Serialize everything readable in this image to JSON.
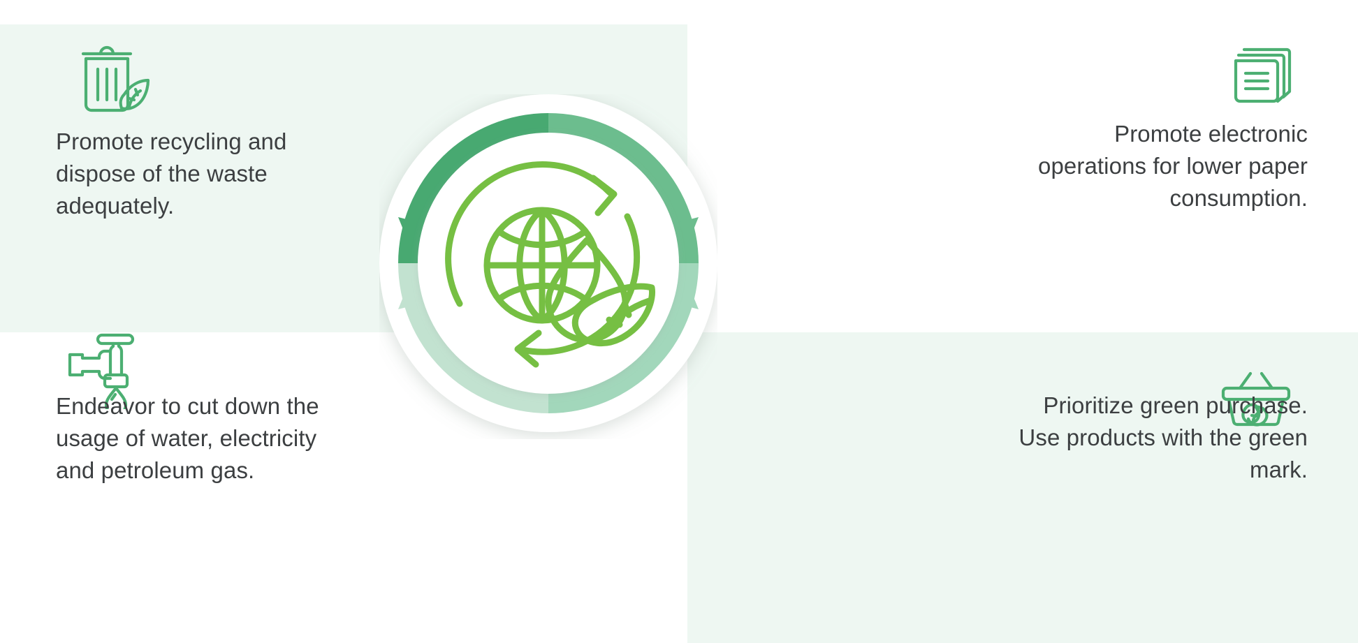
{
  "theme": {
    "panel_mint": "#eef7f2",
    "panel_white": "#ffffff",
    "icon_green": "#4caf72",
    "text_color": "#3c3f41",
    "ring_dark_green": "#48a971",
    "ring_medium_green": "#6cbd8e",
    "ring_pale_green": "#c2e2d0",
    "ring_light_green": "#a2d7bb",
    "center_leaf_green": "#76bf43"
  },
  "center": {
    "name": "sustainability-emblem",
    "ring_segments": [
      {
        "name": "top-left-arrow-segment",
        "color": "#48a971"
      },
      {
        "name": "top-right-arrow-segment",
        "color": "#6cbd8e"
      },
      {
        "name": "bottom-right-arrow-segment",
        "color": "#a2d7bb"
      },
      {
        "name": "bottom-left-arrow-segment",
        "color": "#c2e2d0"
      }
    ],
    "inner_icon": "globe-leaf-recycle-icon"
  },
  "quadrants": [
    {
      "id": "top-left",
      "icon": "trash-bin-leaf-icon",
      "background": "#eef7f2",
      "align": "left",
      "text": "Promote recycling and\ndispose of the waste\nadequately."
    },
    {
      "id": "top-right",
      "icon": "paper-stack-icon",
      "background": "#ffffff",
      "align": "right",
      "text": "Promote electronic\noperations for lower paper\nconsumption."
    },
    {
      "id": "bottom-left",
      "icon": "faucet-water-drop-icon",
      "background": "#ffffff",
      "align": "left",
      "text": "Endeavor to cut down the\nusage of water, electricity\nand petroleum gas."
    },
    {
      "id": "bottom-right",
      "icon": "shopping-basket-leaf-icon",
      "background": "#eef7f2",
      "align": "right",
      "text": "Prioritize green purchase.\nUse products with the green\nmark."
    }
  ]
}
